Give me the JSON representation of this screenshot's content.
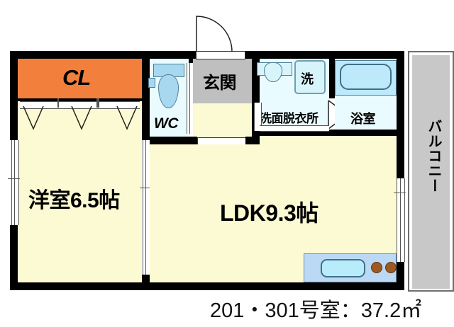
{
  "plan": {
    "caption": "201・301号室：37.2㎡",
    "unit_numbers": "201・301号室",
    "area": "37.2㎡",
    "rooms": [
      {
        "key": "closet",
        "label": "CL",
        "name": "closet"
      },
      {
        "key": "bedroom",
        "label": "洋室6.5帖",
        "name": "western-room-6.5-jo"
      },
      {
        "key": "wc",
        "label": "WC",
        "name": "toilet"
      },
      {
        "key": "genkan",
        "label": "玄関",
        "name": "entrance"
      },
      {
        "key": "washroom",
        "label": "洗面脱衣所",
        "name": "washroom-changing"
      },
      {
        "key": "washer",
        "label": "洗",
        "name": "washing-machine"
      },
      {
        "key": "bath",
        "label": "浴室",
        "name": "bathroom"
      },
      {
        "key": "ldk",
        "label": "LDK9.3帖",
        "name": "living-dining-kitchen"
      },
      {
        "key": "balcony",
        "label": "バルコニー",
        "name": "balcony"
      }
    ],
    "labels": {
      "closet": "CL",
      "bedroom": "洋室6.5帖",
      "wc": "WC",
      "genkan": "玄関",
      "washroom": "洗面脱衣所",
      "washer": "洗",
      "bath": "浴室",
      "ldk": "LDK9.3帖",
      "balcony": "バルコニー"
    },
    "colors": {
      "wall": "#000000",
      "room_floor": "#FBFAD2",
      "wet_floor": "#EAFBFF",
      "closet": "#F2803C",
      "genkan": "#BFBFBF",
      "balcony": "#C8C8C8",
      "fixture_blue": "#BEE9FA",
      "counter_blue": "#BBD9F5",
      "burner": "#9C5A22"
    }
  }
}
